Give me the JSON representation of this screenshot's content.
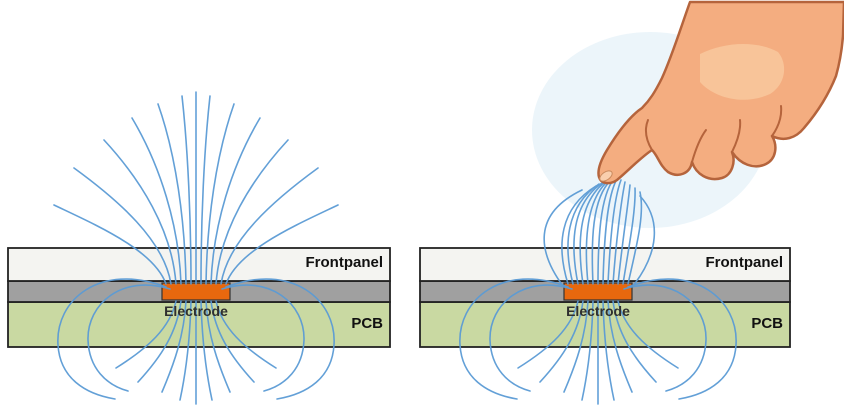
{
  "figure": {
    "left": {
      "frontpanel_label": "Frontpanel",
      "electrode_label": "Electrode",
      "pcb_label": "PCB"
    },
    "right": {
      "frontpanel_label": "Frontpanel",
      "electrode_label": "Electrode",
      "pcb_label": "PCB"
    }
  },
  "colors": {
    "field_line": "#5b9bd5",
    "electrode": "#e8680e",
    "pcb": "#c9d9a2",
    "spacer": "#a0a0a0",
    "frontpanel": "#f4f4f1",
    "halo": "#e6f1f8",
    "hand_skin": "#f4ad80",
    "hand_highlight": "#f8c69b",
    "hand_outline": "#b5643c",
    "nail": "#f9cfae"
  }
}
